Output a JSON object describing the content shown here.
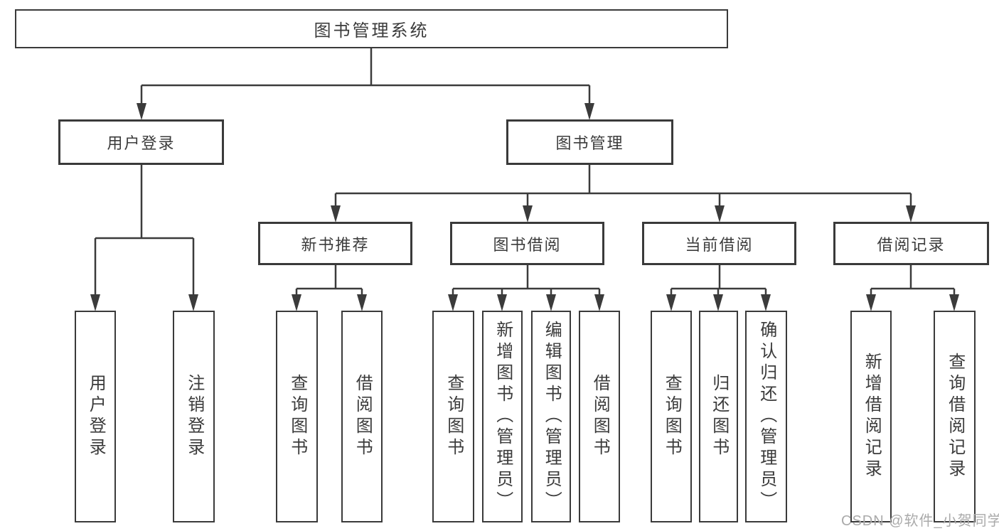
{
  "diagram": {
    "root": {
      "label": "图书管理系统"
    },
    "branches": [
      {
        "label": "用户登录",
        "children": [
          "用户登录",
          "注销登录"
        ]
      },
      {
        "label": "图书管理",
        "sections": [
          {
            "label": "新书推荐",
            "children": [
              "查询图书",
              "借阅图书"
            ]
          },
          {
            "label": "图书借阅",
            "children": [
              "查询图书",
              "新增图书（管理员）",
              "编辑图书（管理员）",
              "借阅图书"
            ]
          },
          {
            "label": "当前借阅",
            "children": [
              "查询图书",
              "归还图书",
              "确认归还（管理员）"
            ]
          },
          {
            "label": "借阅记录",
            "children": [
              "新增借阅记录",
              "查询借阅记录"
            ]
          }
        ]
      }
    ],
    "watermark": "CSDN @软件_小贺同学",
    "colors": {
      "line": "#3b3b3b",
      "text": "#3b3b3b",
      "box_background": "#ffffff",
      "watermark": "#aaaaaa"
    }
  }
}
